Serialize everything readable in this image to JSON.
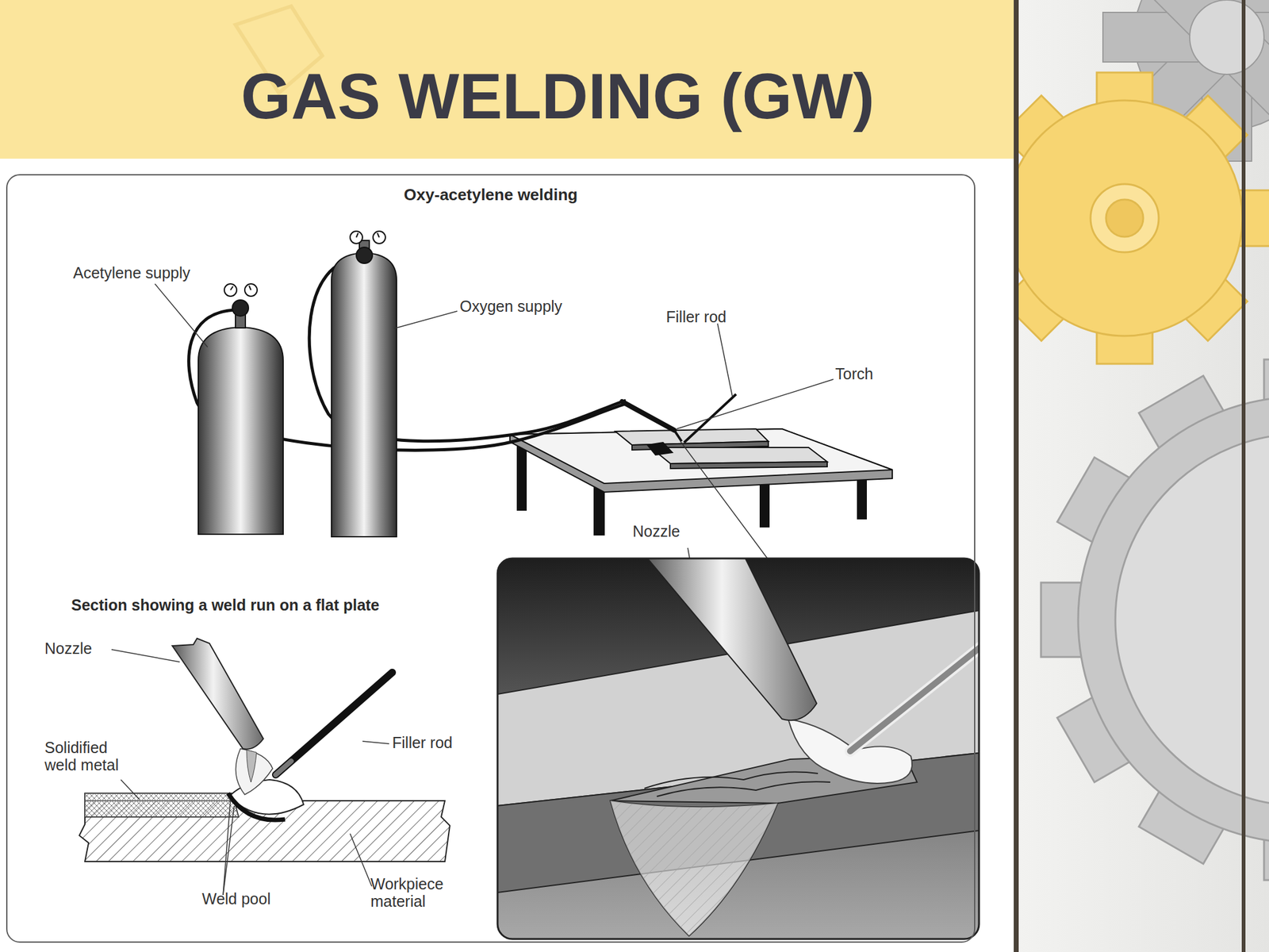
{
  "diagram": {
    "title": "GAS WELDING (GW)",
    "nodes": [
      {
        "text": [
          "Oxy-acetylene welding"
        ]
      }
    ],
    "labels": [
      "Acetylene supply",
      "Oxygen supply",
      "Filler rod",
      "Torch",
      "Nozzle",
      "Section showing a weld run on a flat plate",
      "Nozzle",
      "Filler rod",
      "Solidified weld metal",
      "Weld pool",
      "Workpiece material"
    ]
  }
}
